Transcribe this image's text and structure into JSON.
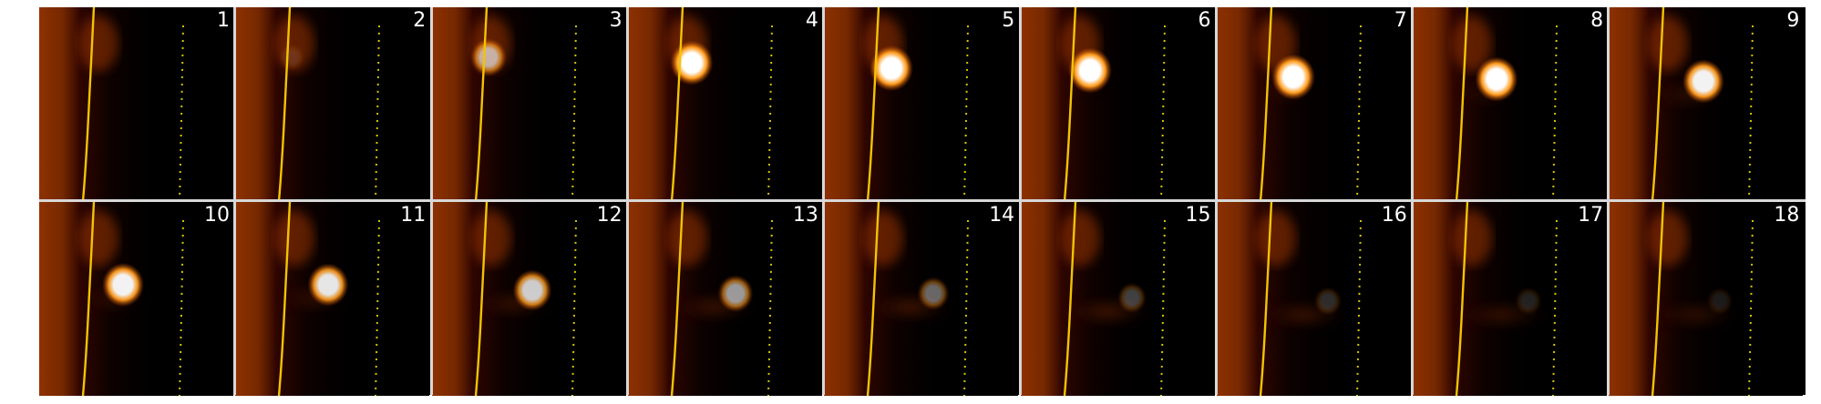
{
  "panel_labels": [
    "1",
    "2",
    "3",
    "4",
    "5",
    "6",
    "7",
    "8",
    "9",
    "10",
    "11",
    "12",
    "13",
    "14",
    "15",
    "16",
    "17",
    "18"
  ],
  "frame_blobs": [
    {
      "bright": 0.0,
      "dx": 0.0,
      "dy": 0.0,
      "trail": 0.0
    },
    {
      "bright": 0.05,
      "dx": 0.0,
      "dy": 0.0,
      "trail": 0.0
    },
    {
      "bright": 0.6,
      "dx": 0.0,
      "dy": 0.0,
      "trail": 0.0
    },
    {
      "bright": 0.95,
      "dx": 0.08,
      "dy": 0.05,
      "trail": 0.0
    },
    {
      "bright": 1.0,
      "dx": 0.12,
      "dy": 0.1,
      "trail": 0.0
    },
    {
      "bright": 1.0,
      "dx": 0.14,
      "dy": 0.12,
      "trail": 0.1
    },
    {
      "bright": 1.0,
      "dx": 0.22,
      "dy": 0.18,
      "trail": 0.2
    },
    {
      "bright": 0.95,
      "dx": 0.3,
      "dy": 0.2,
      "trail": 0.2
    },
    {
      "bright": 0.9,
      "dx": 0.42,
      "dy": 0.22,
      "trail": 0.3
    },
    {
      "bright": 0.9,
      "dx": 0.3,
      "dy": 0.3,
      "trail": 0.3
    },
    {
      "bright": 0.85,
      "dx": 0.4,
      "dy": 0.3,
      "trail": 0.35
    },
    {
      "bright": 0.75,
      "dx": 0.48,
      "dy": 0.35,
      "trail": 0.4
    },
    {
      "bright": 0.55,
      "dx": 0.56,
      "dy": 0.38,
      "trail": 0.45
    },
    {
      "bright": 0.35,
      "dx": 0.58,
      "dy": 0.38,
      "trail": 0.5
    },
    {
      "bright": 0.2,
      "dx": 0.6,
      "dy": 0.42,
      "trail": 0.5
    },
    {
      "bright": 0.12,
      "dx": 0.6,
      "dy": 0.45,
      "trail": 0.45
    },
    {
      "bright": 0.08,
      "dx": 0.65,
      "dy": 0.45,
      "trail": 0.4
    },
    {
      "bright": 0.05,
      "dx": 0.6,
      "dy": 0.45,
      "trail": 0.35
    }
  ],
  "colors": {
    "background": "#000000",
    "divider": "#d8d8d8",
    "solid_line": "#f2c400",
    "dotted_line": "#d8c800",
    "glow_dark": "#3a0700",
    "glow_mid": "#a83a00",
    "glow_hot": "#ff9a1a",
    "blob_core": "#ffffff",
    "label": "#ffffff"
  }
}
